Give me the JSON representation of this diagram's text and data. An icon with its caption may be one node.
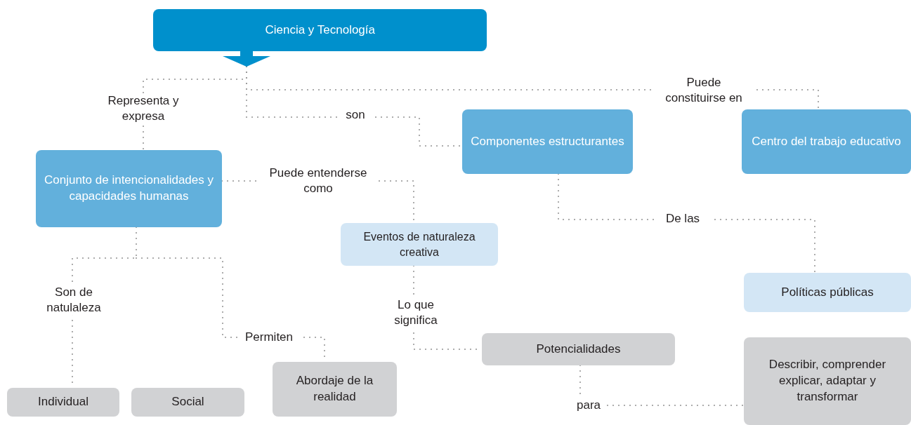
{
  "diagram": {
    "nodes": [
      {
        "text": [
          "Ciencia y Tecnología"
        ]
      },
      {
        "text": [
          "Conjunto de intencionalidades y capacidades humanas"
        ]
      },
      {
        "text": [
          "Componentes estructurantes"
        ]
      },
      {
        "text": [
          "Centro del trabajo educativo"
        ]
      },
      {
        "text": [
          "Eventos de naturaleza creativa"
        ]
      },
      {
        "text": [
          "Políticas públicas"
        ]
      },
      {
        "text": [
          "Potencialidades"
        ]
      },
      {
        "text": [
          "Describir, comprender explicar, adaptar y transformar"
        ]
      },
      {
        "text": [
          "Abordaje de la realidad"
        ]
      },
      {
        "text": [
          "Individual"
        ]
      },
      {
        "text": [
          "Social"
        ]
      }
    ],
    "edges": [
      {
        "from": 0,
        "to": 1,
        "arrow": "none",
        "label": "Representa y expresa"
      },
      {
        "from": 0,
        "to": 2,
        "arrow": "none",
        "label": "son"
      },
      {
        "from": 0,
        "to": 3,
        "arrow": "none",
        "label": "Puede constituirse en"
      },
      {
        "from": 1,
        "to": 4,
        "arrow": "none",
        "label": "Puede entenderse como"
      },
      {
        "from": 2,
        "to": 5,
        "arrow": "none",
        "label": "De las"
      },
      {
        "from": 1,
        "to": 9,
        "arrow": "none",
        "label": "Son de natulaleza"
      },
      {
        "from": 1,
        "to": 8,
        "arrow": "none",
        "label": "Permiten"
      },
      {
        "from": 4,
        "to": 6,
        "arrow": "none",
        "label": "Lo que significa"
      },
      {
        "from": 6,
        "to": 7,
        "arrow": "none",
        "label": "para"
      }
    ]
  }
}
